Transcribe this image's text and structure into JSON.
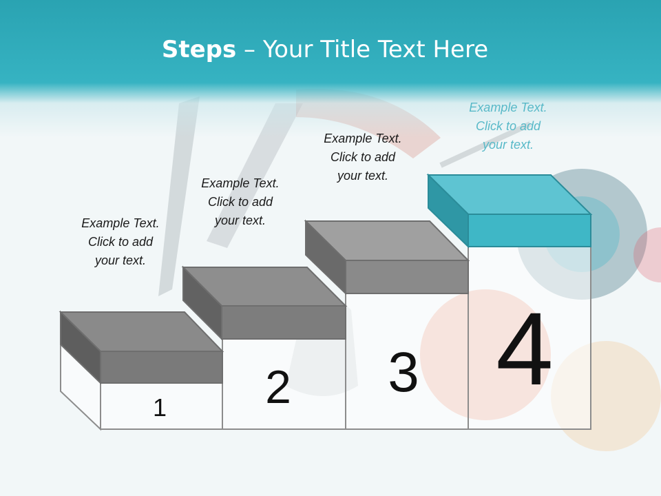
{
  "title": {
    "bold": "Steps",
    "rest": " – Your Title Text Here"
  },
  "steps": [
    {
      "number": "1",
      "line1": "Example Text.",
      "line2": "Click  to add",
      "line3": "your text."
    },
    {
      "number": "2",
      "line1": "Example Text.",
      "line2": "Click  to add",
      "line3": "your text."
    },
    {
      "number": "3",
      "line1": "Example Text.",
      "line2": "Click  to add",
      "line3": "your text."
    },
    {
      "number": "4",
      "line1": "Example Text.",
      "line2": "Click  to add",
      "line3": "your text."
    }
  ],
  "colors": {
    "header": "#2ea9b8",
    "block_gray": "#7f7f7f",
    "block_teal": "#3fb7c6",
    "highlight_text": "#58b9c8"
  }
}
